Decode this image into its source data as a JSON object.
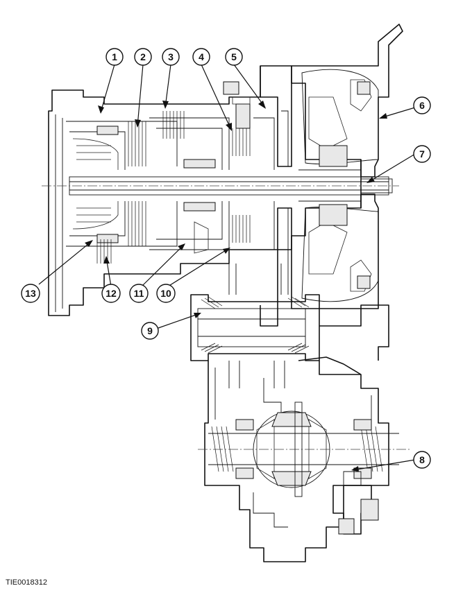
{
  "figure_id": "TIE0018312",
  "callouts": [
    {
      "label": "1"
    },
    {
      "label": "2"
    },
    {
      "label": "3"
    },
    {
      "label": "4"
    },
    {
      "label": "5"
    },
    {
      "label": "6"
    },
    {
      "label": "7"
    },
    {
      "label": "8"
    },
    {
      "label": "9"
    },
    {
      "label": "10"
    },
    {
      "label": "11"
    },
    {
      "label": "12"
    },
    {
      "label": "13"
    }
  ]
}
